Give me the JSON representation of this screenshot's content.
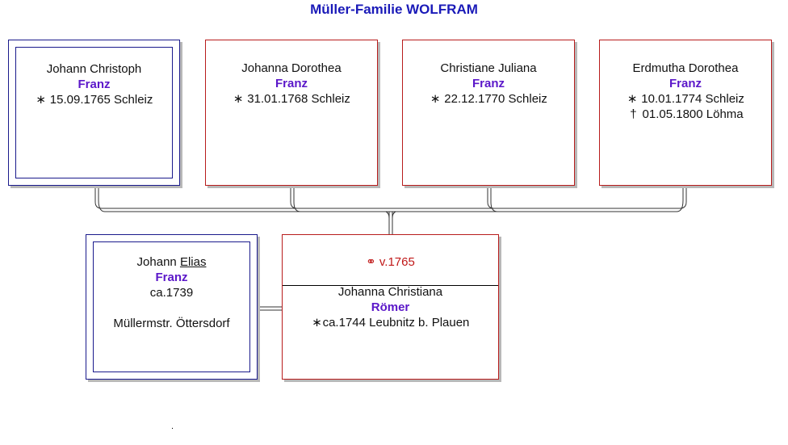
{
  "title": "Müller-Familie WOLFRAM",
  "children": [
    {
      "given": "Johann Christoph",
      "surname": "Franz",
      "birth_symbol": "∗",
      "birth": "15.09.1765 Schleiz",
      "death_symbol": "",
      "death": ""
    },
    {
      "given": "Johanna Dorothea",
      "surname": "Franz",
      "birth_symbol": "∗",
      "birth": "31.01.1768 Schleiz",
      "death_symbol": "",
      "death": ""
    },
    {
      "given": "Christiane Juliana",
      "surname": "Franz",
      "birth_symbol": "∗",
      "birth": "22.12.1770 Schleiz",
      "death_symbol": "",
      "death": ""
    },
    {
      "given": "Erdmutha Dorothea",
      "surname": "Franz",
      "birth_symbol": "∗",
      "birth": "10.01.1774 Schleiz",
      "death_symbol": "†",
      "death": "01.05.1800 Löhma"
    }
  ],
  "father": {
    "given_first": "Johann",
    "given_call": "Elias",
    "surname": "Franz",
    "birth": "ca.1739",
    "occupation": "Müllermstr. Öttersdorf"
  },
  "marriage": {
    "symbol": "⚭",
    "date": "v.1765"
  },
  "mother": {
    "given": "Johanna Christiana",
    "surname": "Römer",
    "birth_symbol": "∗",
    "birth": "ca.1744 Leubnitz b. Plauen"
  },
  "footer_mark": "."
}
